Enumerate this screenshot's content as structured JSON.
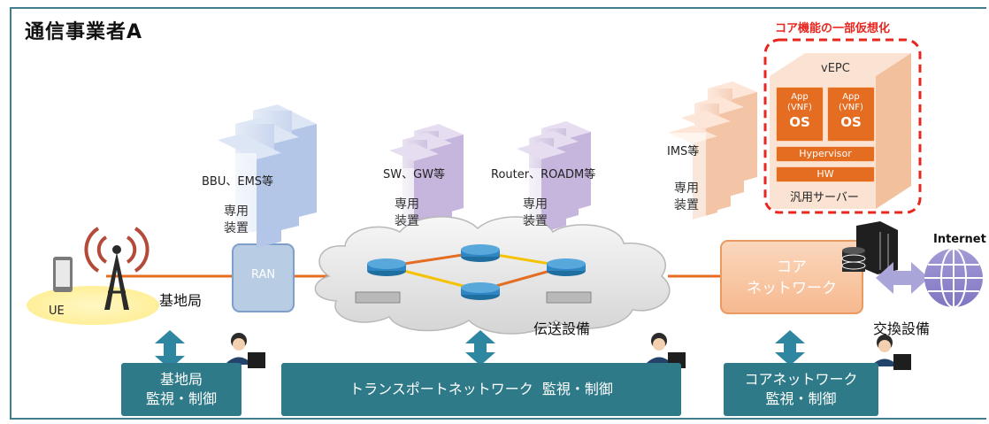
{
  "page": {
    "title": "通信事業者A"
  },
  "core_virtualization": {
    "title": "コア機能の一部仮想化",
    "vepc": "vEPC",
    "app_label": "App",
    "vnf_label": "(VNF)",
    "os_label": "OS",
    "hypervisor": "Hypervisor",
    "hw": "HW",
    "server_label": "汎用サーバー"
  },
  "equipment": {
    "bbu": "BBU、EMS等",
    "sw_gw": "SW、GW等",
    "router": "Router、ROADM等",
    "ims": "IMS等",
    "dedicated_line1": "専用",
    "dedicated_line2": "装置"
  },
  "network": {
    "ue": "UE",
    "base_station": "基地局",
    "ran": "RAN",
    "transport": "伝送設備",
    "core_line1": "コア",
    "core_line2": "ネットワーク",
    "exchange": "交換設備",
    "internet": "Internet"
  },
  "control": {
    "base_line1": "基地局",
    "base_line2": "監視・制御",
    "transport": "トランスポートネットワーク  監視・制御",
    "core_line1": "コアネットワーク",
    "core_line2": "監視・制御"
  },
  "colors": {
    "frame": "#3f7f8c",
    "control": "#2e7a88",
    "accent_red": "#e8251e",
    "orange": "#e46d21",
    "ran": "#b8cce4"
  }
}
